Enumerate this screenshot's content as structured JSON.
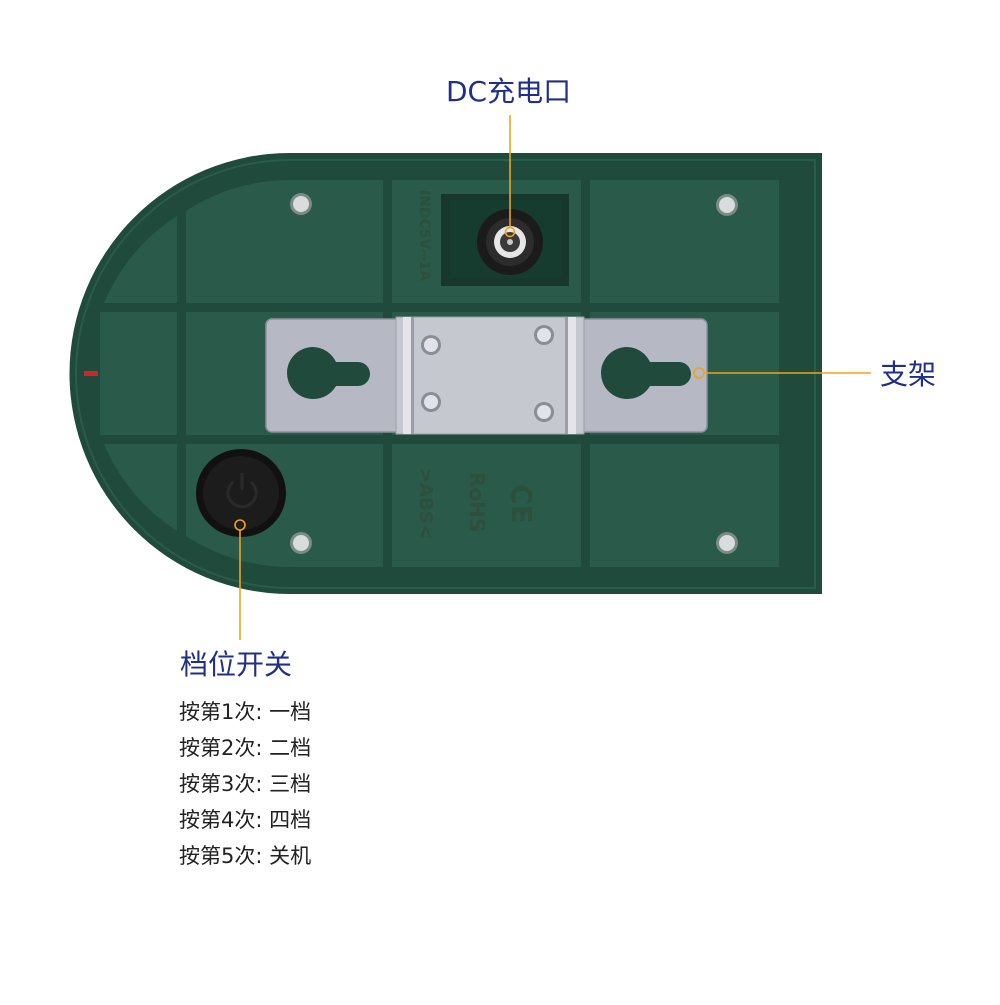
{
  "callouts": {
    "dc_port": "DC充电口",
    "bracket": "支架",
    "switch": "档位开关"
  },
  "switch_modes": [
    "按第1次: 一档",
    "按第2次: 二档",
    "按第3次: 三档",
    "按第4次: 四档",
    "按第5次: 关机"
  ],
  "molded_markings": {
    "input": "INDC5V⎓1A",
    "rohs": "RoHS",
    "ce": "CE",
    "material": ">ABS<"
  },
  "colors": {
    "housing": "#1f4a3c",
    "housing_recess": "#2a5a49",
    "callout_line": "#f0a31b",
    "label_text": "#1f2f8a",
    "bracket_metal": "#b6b8c3"
  }
}
